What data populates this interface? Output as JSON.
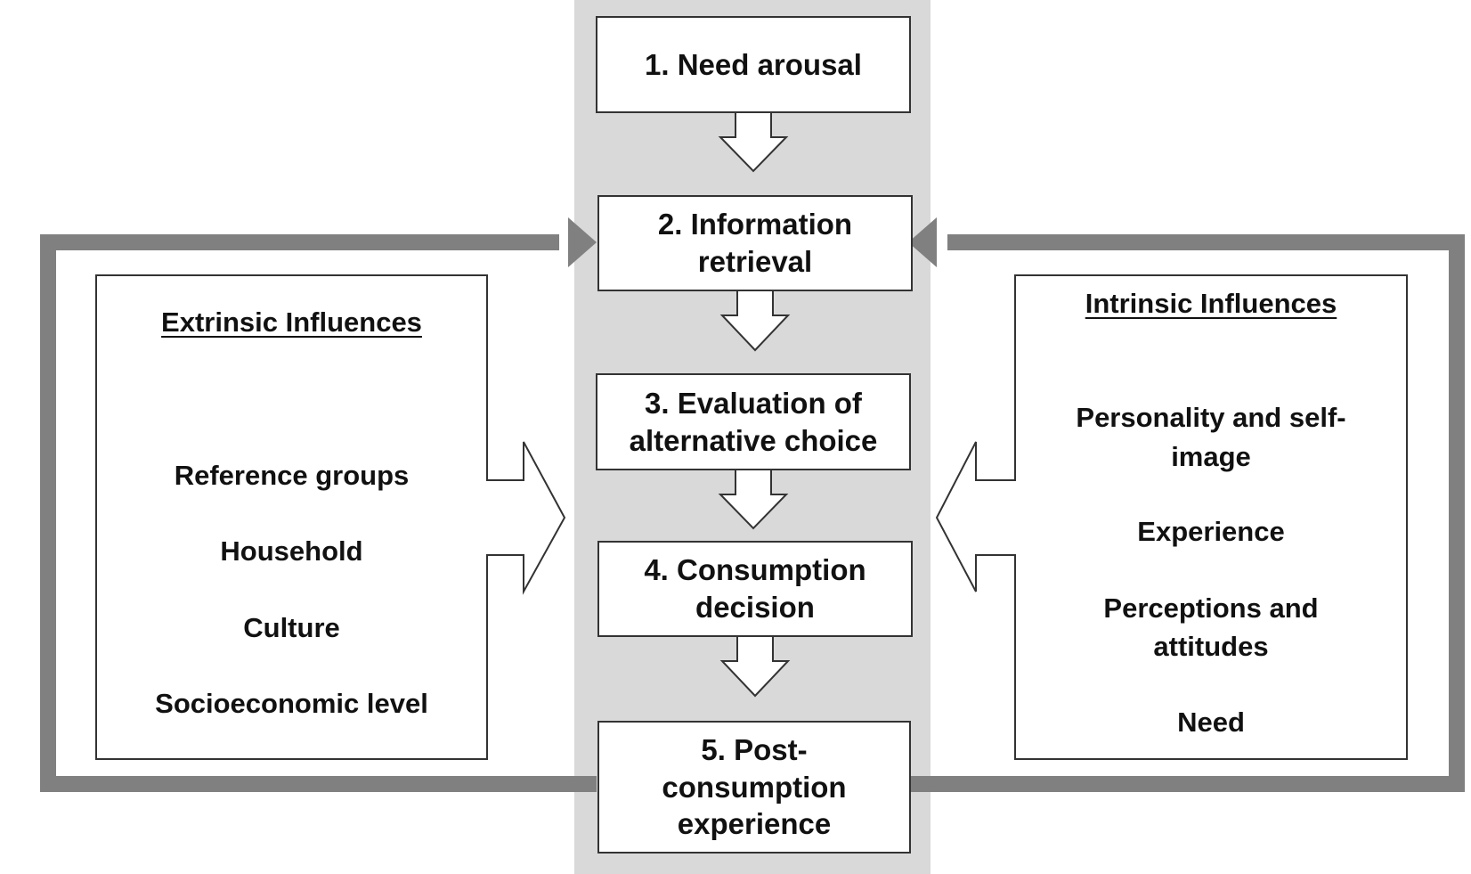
{
  "colors": {
    "column": "#d9d9d9",
    "loop": "#808080",
    "border": "#333333",
    "text": "#111111"
  },
  "stages": [
    {
      "label": "1. Need arousal"
    },
    {
      "label": "2. Information retrieval"
    },
    {
      "label": "3. Evaluation of alternative choice"
    },
    {
      "label": "4. Consumption decision"
    },
    {
      "label": "5. Post-consumption experience"
    }
  ],
  "stage_lines": {
    "s1": [
      "1. Need arousal"
    ],
    "s2": [
      "2. Information",
      "retrieval"
    ],
    "s3": [
      "3. Evaluation of",
      "alternative choice"
    ],
    "s4": [
      "4. Consumption",
      "decision"
    ],
    "s5": [
      "5. Post-",
      "consumption",
      "experience"
    ]
  },
  "extrinsic": {
    "heading": "Extrinsic Influences",
    "items": [
      "Reference groups",
      "Household",
      "Culture",
      "Socioeconomic level"
    ]
  },
  "intrinsic": {
    "heading": "Intrinsic Influences",
    "items": [
      "Personality and self-",
      "image",
      "Experience",
      "Perceptions and",
      "attitudes",
      "Need"
    ]
  }
}
